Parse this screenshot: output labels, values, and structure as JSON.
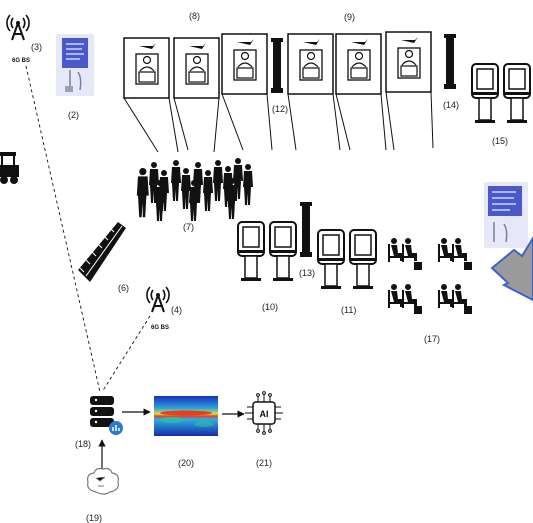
{
  "labels": {
    "n2": "(2)",
    "n3": "(3)",
    "n4": "(4)",
    "n7": "(7)",
    "n8": "(8)",
    "n9": "(9)",
    "n10": "(10)",
    "n11": "(11)",
    "n12": "(12)",
    "n13": "(13)",
    "n14": "(14)",
    "n15": "(15)",
    "n17": "(17)",
    "n18": "(18)",
    "n19": "(19)",
    "n20": "(20)",
    "n21": "(21)",
    "n6": "(6)"
  },
  "base_station_caption": "6G BS",
  "ai_chip_text": "AI",
  "colors": {
    "ink": "#111111",
    "board_blue": "#4a58c8",
    "board_bg": "#e6e8f7",
    "arrow_fill": "#9a9a9a",
    "arrow_stroke": "#3b63c9",
    "db_badge": "#2a7ad5"
  }
}
